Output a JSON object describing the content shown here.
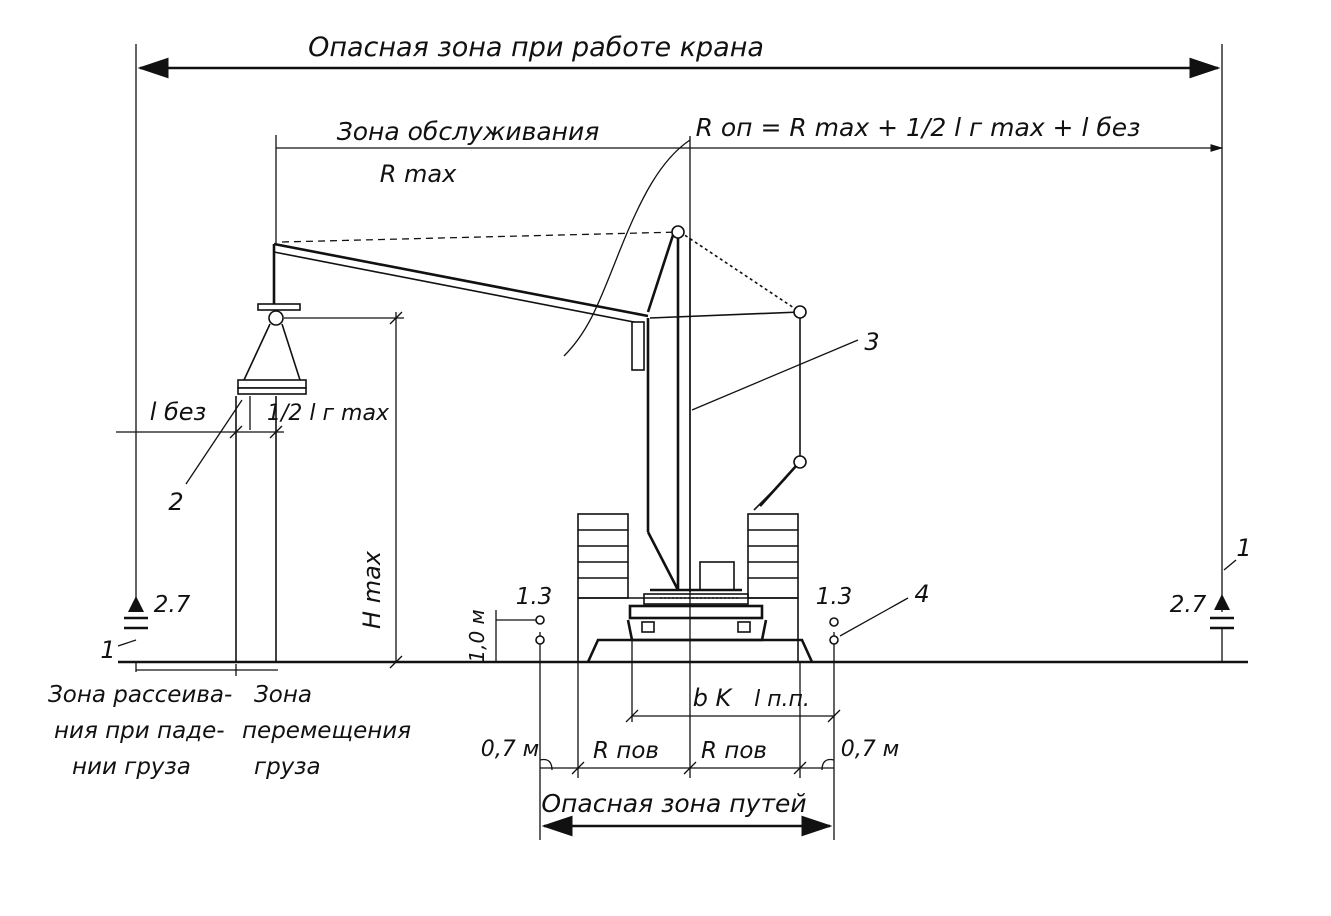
{
  "labels": {
    "danger_zone_crane": "Опасная  зона  при  работе  крана",
    "service_zone": "Зона   обслуживания",
    "r_op_formula": "R оп = R max  + 1/2 l г max  + l без",
    "r_max": "R max",
    "h_max": "H max",
    "l_bez": "l без",
    "half_l_gmax": "1/2 l г max",
    "callout_1": "1",
    "callout_2": "2",
    "callout_3": "3",
    "callout_4": "4",
    "mark_27": "2.7",
    "mark_13": "1.3",
    "height_10": "1,0 м",
    "offset_07": "0,7 м",
    "r_pov": "R пов",
    "b_k": "b K",
    "l_pp": "l п.п.",
    "scatter_zone": [
      "Зона рассеива-",
      "ния при паде-",
      "нии груза"
    ],
    "move_zone": [
      "Зона",
      "перемещения",
      "груза"
    ],
    "danger_zone_tracks": "Опасная  зона  путей"
  },
  "icons": {
    "warning_sign": "warning-sign-icon",
    "boundary_post": "boundary-post-icon"
  }
}
